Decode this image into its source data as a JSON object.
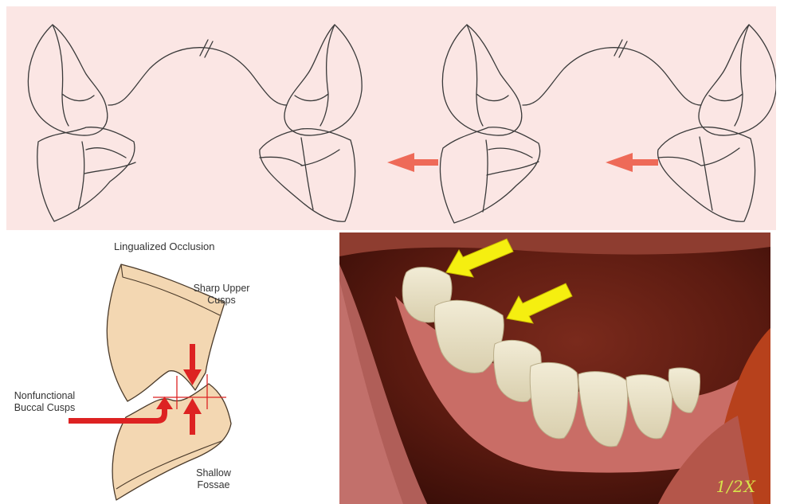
{
  "diagram": {
    "title": "Lingualized Occlusion",
    "upper_label": [
      "Sharp Upper",
      "Cusps"
    ],
    "buccal_label": [
      "Nonfunctional",
      "Buccal Cusps"
    ],
    "fossae_label": [
      "Shallow",
      "Fossae"
    ]
  },
  "photo": {
    "scale_mark": "1/2X"
  },
  "colors": {
    "top_background": "#fbe6e4",
    "arrow_salmon": "#ee6a58",
    "arrow_red": "#dd2222",
    "tooth_fill": "#f3d7b2",
    "arrow_yellow": "#f5ef10"
  }
}
